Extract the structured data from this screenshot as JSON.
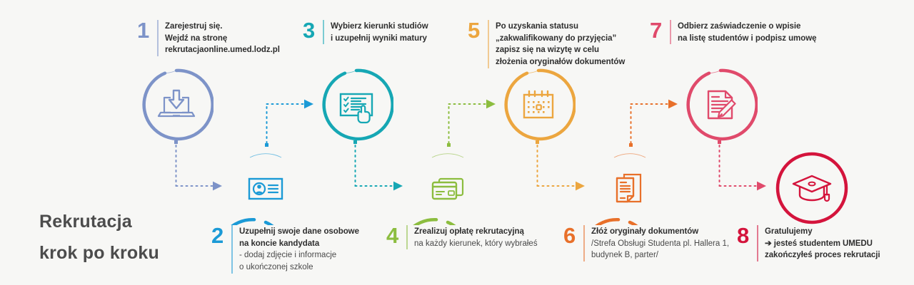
{
  "page": {
    "background": "#f7f7f5",
    "title_color": "#4c4c4c"
  },
  "title": {
    "line1": "Rekrutacja",
    "line2": "krok po kroku"
  },
  "palette": {
    "step1": "#7d93c8",
    "step2": "#1b9ad6",
    "step3": "#16a7b4",
    "step4": "#8cbd3f",
    "step5": "#eca63f",
    "step6": "#e8702a",
    "step7": "#e04a6b",
    "step8": "#d4143c"
  },
  "steps": [
    {
      "number": "1",
      "color": "#7d93c8",
      "icon": "laptop-download-icon",
      "row": "top",
      "lines": [
        {
          "text": "Zarejestruj się.",
          "style": "bold"
        },
        {
          "text": "Wejdź na stronę",
          "style": "bold"
        },
        {
          "text": "rekrutacjaonline.umed.lodz.pl",
          "style": "bold"
        }
      ]
    },
    {
      "number": "2",
      "color": "#1b9ad6",
      "icon": "id-card-icon",
      "row": "bottom",
      "lines": [
        {
          "text": "Uzupełnij swoje dane osobowe",
          "style": "bold"
        },
        {
          "text": "na koncie kandydata",
          "style": "bold"
        },
        {
          "text": "- dodaj zdjęcie i informacje",
          "style": "light"
        },
        {
          "text": "o ukończonej szkole",
          "style": "light"
        }
      ]
    },
    {
      "number": "3",
      "color": "#16a7b4",
      "icon": "checklist-hand-icon",
      "row": "top",
      "lines": [
        {
          "text": "Wybierz kierunki studiów",
          "style": "bold"
        },
        {
          "text": "i uzupełnij wyniki matury",
          "style": "bold"
        }
      ]
    },
    {
      "number": "4",
      "color": "#8cbd3f",
      "icon": "credit-cards-icon",
      "row": "bottom",
      "lines": [
        {
          "text": "Zrealizuj opłatę rekrutacyjną",
          "style": "bold"
        },
        {
          "text": "na każdy kierunek, który wybrałeś",
          "style": "light"
        }
      ]
    },
    {
      "number": "5",
      "color": "#eca63f",
      "icon": "calendar-icon",
      "row": "top",
      "lines": [
        {
          "text": "Po uzyskania statusu",
          "style": "bold"
        },
        {
          "text": "„zakwalifikowany do przyjęcia”",
          "style": "bold"
        },
        {
          "text": "zapisz się na wizytę w celu",
          "style": "bold"
        },
        {
          "text": "złożenia oryginałów dokumentów",
          "style": "bold"
        }
      ]
    },
    {
      "number": "6",
      "color": "#e8702a",
      "icon": "documents-icon",
      "row": "bottom",
      "lines": [
        {
          "text": "Złóż oryginały dokumentów",
          "style": "bold"
        },
        {
          "text": "/Strefa Obsługi Studenta pl. Hallera 1,",
          "style": "light"
        },
        {
          "text": "budynek B, parter/",
          "style": "light"
        }
      ]
    },
    {
      "number": "7",
      "color": "#e04a6b",
      "icon": "document-pencil-icon",
      "row": "top",
      "lines": [
        {
          "text": "Odbierz zaświadczenie o wpisie",
          "style": "bold"
        },
        {
          "text": "na listę studentów i podpisz umowę",
          "style": "bold"
        }
      ]
    },
    {
      "number": "8",
      "color": "#d4143c",
      "icon": "graduation-cap-icon",
      "row": "bottom",
      "lines": [
        {
          "text": "Gratulujemy",
          "style": "bold"
        },
        {
          "text": "➔ jesteś studentem UMEDU",
          "style": "bold"
        },
        {
          "text": "zakończyłeś proces rekrutacji",
          "style": "bold"
        }
      ]
    }
  ]
}
